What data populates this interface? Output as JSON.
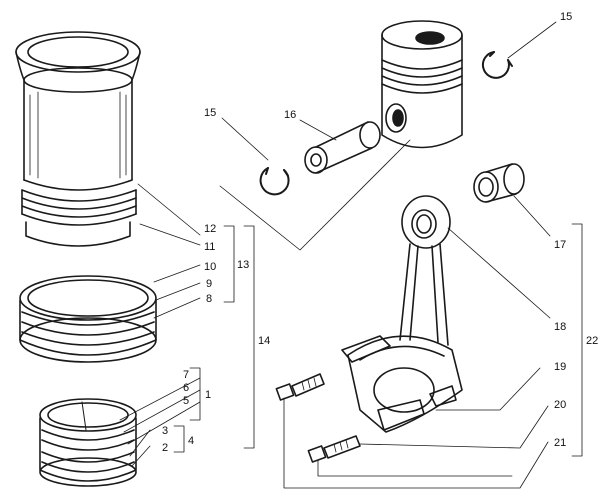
{
  "callouts": {
    "c1": "1",
    "c2": "2",
    "c3": "3",
    "c4": "4",
    "c5": "5",
    "c6": "6",
    "c7": "7",
    "c8": "8",
    "c9": "9",
    "c10": "10",
    "c11": "11",
    "c12": "12",
    "c13": "13",
    "c14": "14",
    "c15a": "15",
    "c15b": "15",
    "c16": "16",
    "c17": "17",
    "c18": "18",
    "c19": "19",
    "c20": "20",
    "c21": "21",
    "c22": "22"
  },
  "colors": {
    "ink": "#1a1a1a",
    "paper": "#ffffff"
  }
}
